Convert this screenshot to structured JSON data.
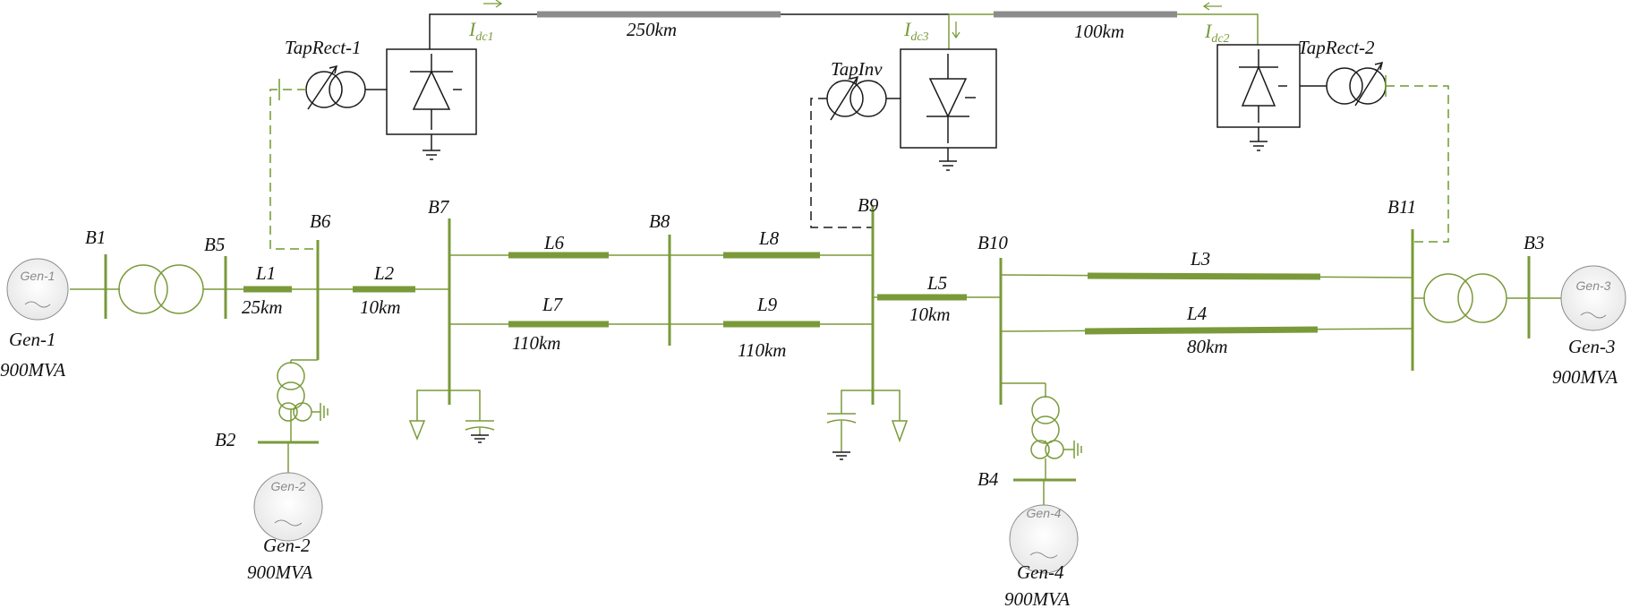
{
  "colors": {
    "ac": "#7a9a3a",
    "dc_cable": "#8c8c8c",
    "black": "#1a1a1a",
    "dashed_green": "#6f9a2f"
  },
  "buses": {
    "b1": "B1",
    "b2": "B2",
    "b3": "B3",
    "b4": "B4",
    "b5": "B5",
    "b6": "B6",
    "b7": "B7",
    "b8": "B8",
    "b9": "B9",
    "b10": "B10",
    "b11": "B11"
  },
  "lines": {
    "l1": {
      "name": "L1",
      "length": "25km"
    },
    "l2": {
      "name": "L2",
      "length": "10km"
    },
    "l3": {
      "name": "L3"
    },
    "l4": {
      "name": "L4",
      "length": "80km"
    },
    "l5": {
      "name": "L5",
      "length": "10km"
    },
    "l6": {
      "name": "L6"
    },
    "l7": {
      "name": "L7",
      "length": "110km"
    },
    "l8": {
      "name": "L8"
    },
    "l9": {
      "name": "L9",
      "length": "110km"
    }
  },
  "dc_lines": {
    "left_length": "250km",
    "right_length": "100km"
  },
  "currents": {
    "idc1": {
      "main": "I",
      "sub": "dc1"
    },
    "idc2": {
      "main": "I",
      "sub": "dc2"
    },
    "idc3": {
      "main": "I",
      "sub": "dc3"
    }
  },
  "converters": {
    "rect1": "TapRect-1",
    "rect2": "TapRect-2",
    "inv": "TapInv"
  },
  "generators": {
    "gen1": {
      "icon": "Gen-1",
      "name": "Gen-1",
      "rating": "900MVA"
    },
    "gen2": {
      "icon": "Gen-2",
      "name": "Gen-2",
      "rating": "900MVA"
    },
    "gen3": {
      "icon": "Gen-3",
      "name": "Gen-3",
      "rating": "900MVA"
    },
    "gen4": {
      "icon": "Gen-4",
      "name": "Gen-4",
      "rating": "900MVA"
    }
  }
}
